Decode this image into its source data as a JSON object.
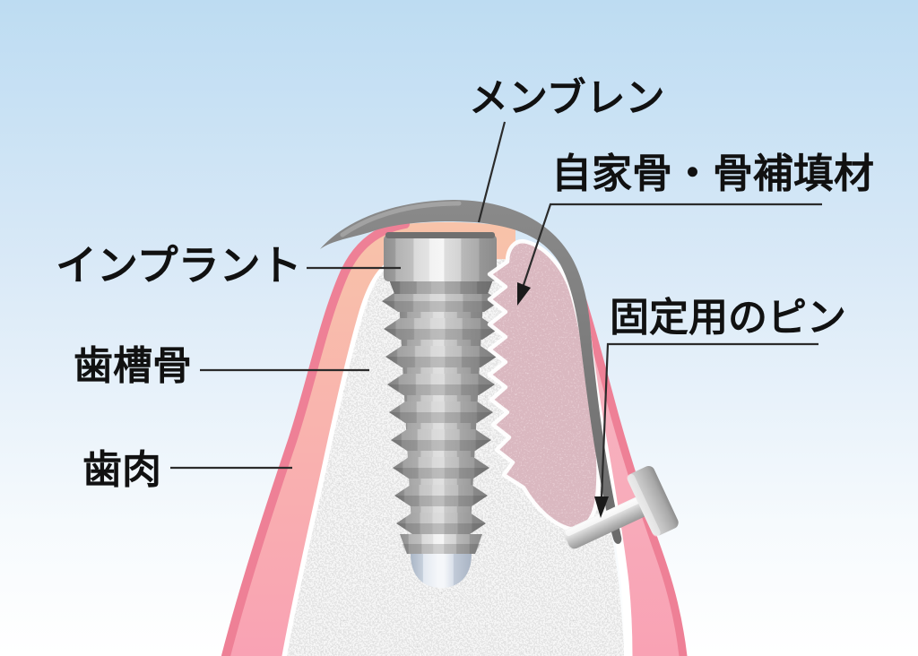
{
  "diagram": {
    "labels": {
      "membrane": "メンブレン",
      "bone_graft": "自家骨・骨補填材",
      "implant": "インプラント",
      "alveolar_bone": "歯槽骨",
      "gingiva": "歯肉",
      "fixing_pin": "固定用のピン"
    },
    "colors": {
      "background_top": "#bddcf2",
      "background_bottom": "#ffffff",
      "gingiva_fill_light": "#f8c3a9",
      "gingiva_fill_pink": "#f9a2b4",
      "gingiva_edge": "#ee8096",
      "alveolar_bone_base": "#d6d6d6",
      "bone_graft_base": "#b37a87",
      "membrane": "#7a7a7a",
      "implant_metal_light": "#f2f2f2",
      "implant_metal_dark": "#8f8f8f",
      "label_text": "#111111",
      "leader_line": "#2b2b2b"
    }
  }
}
